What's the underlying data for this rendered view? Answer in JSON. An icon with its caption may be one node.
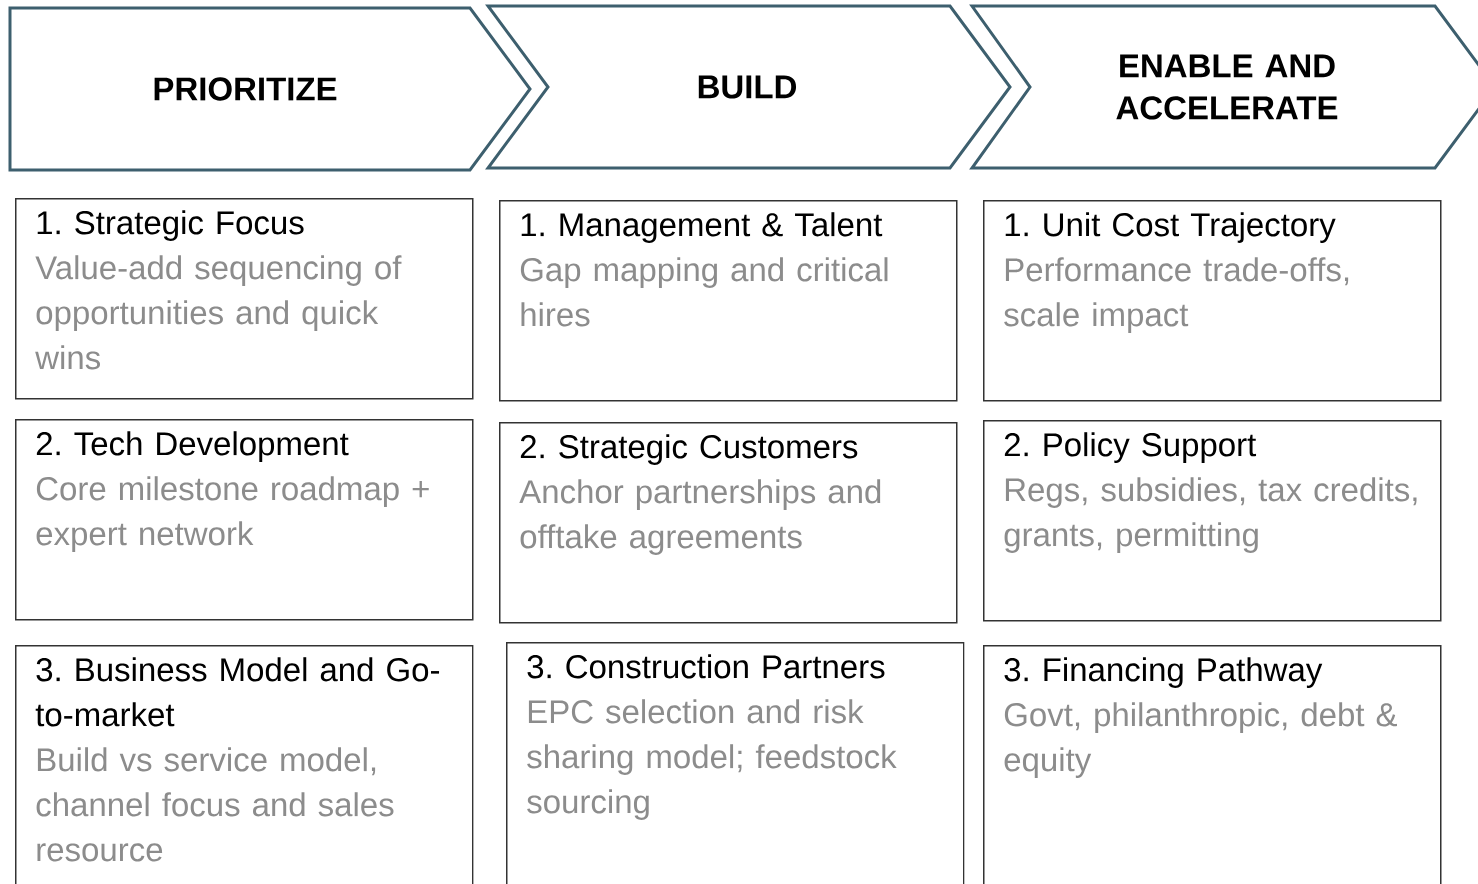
{
  "diagram": {
    "nodes": [
      {
        "text": [
          "PRIORITIZE"
        ]
      },
      {
        "text": [
          "BUILD"
        ]
      },
      {
        "text": [
          "ENABLE AND ACCELERATE"
        ]
      },
      {
        "text": [
          "1. Strategic Focus",
          "Value-add sequencing of opportunities and quick wins"
        ]
      },
      {
        "text": [
          "1. Management & Talent",
          "Gap mapping and critical hires"
        ]
      },
      {
        "text": [
          "1. Unit Cost Trajectory",
          "Performance trade-offs, scale impact"
        ]
      },
      {
        "text": [
          "2. Tech Development",
          "Core milestone roadmap + expert network"
        ]
      },
      {
        "text": [
          "2. Strategic Customers",
          "Anchor partnerships and offtake agreements"
        ]
      },
      {
        "text": [
          "2. Policy Support",
          "Regs, subsidies, tax credits, grants, permitting"
        ]
      },
      {
        "text": [
          "3. Business Model and Go-to-market",
          "Build vs service model, channel focus and sales resource"
        ]
      },
      {
        "text": [
          "3. Construction Partners",
          "EPC selection and risk sharing model; feedstock sourcing"
        ]
      },
      {
        "text": [
          "3. Financing Pathway",
          "Govt, philanthropic, debt & equity"
        ]
      }
    ],
    "edges": []
  }
}
